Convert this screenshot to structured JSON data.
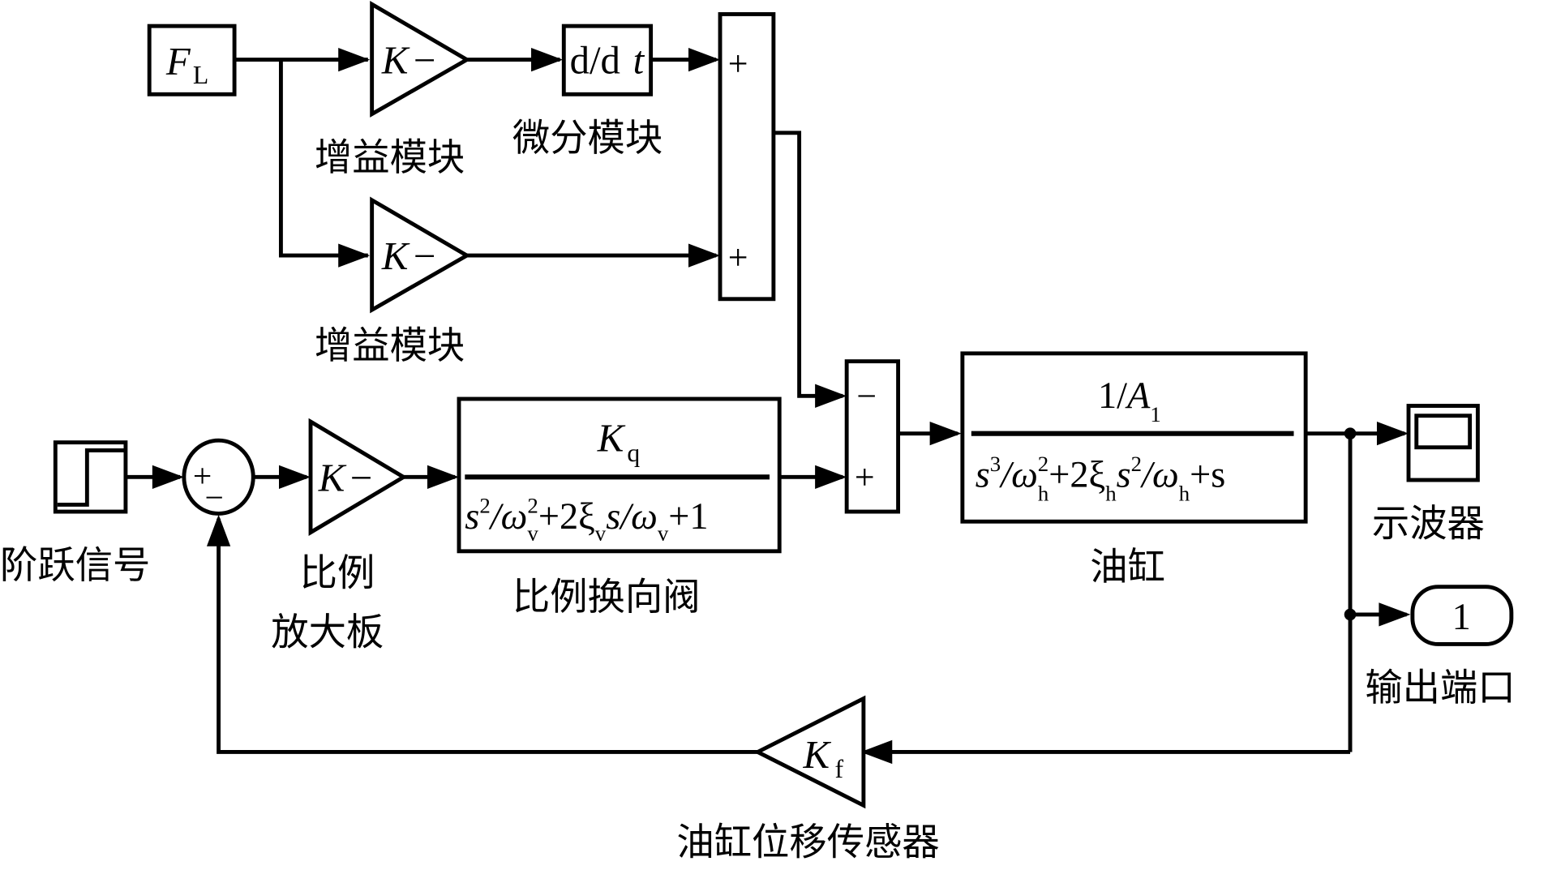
{
  "diagram": {
    "type": "simulink-block-diagram",
    "colors": {
      "stroke": "#000000",
      "background": "#ffffff"
    },
    "blocks": {
      "load_source": {
        "main": "F",
        "sub": "L"
      },
      "gain_top": {
        "symbol": "K",
        "suffix": "−",
        "label": "增益模块"
      },
      "derivative": {
        "text_a": "d/d",
        "text_b": "t",
        "label": "微分模块"
      },
      "gain_bottom": {
        "symbol": "K",
        "suffix": "−",
        "label": "增益模块"
      },
      "sum_top": {
        "signs": [
          "+",
          "+"
        ]
      },
      "step": {
        "label": "阶跃信号"
      },
      "sum_input": {
        "signs": [
          "+",
          "−"
        ]
      },
      "amplifier": {
        "symbol": "K",
        "suffix": "−",
        "label_line1": "比例",
        "label_line2": "放大板"
      },
      "valve": {
        "numerator_main": "K",
        "numerator_sub": "q",
        "denominator": [
          "s",
          "2",
          "/ω",
          "2",
          "v",
          "+2ξ",
          "v",
          "s/ω",
          "v",
          "+1"
        ],
        "label": "比例换向阀"
      },
      "sum_mid": {
        "signs": [
          "−",
          "+"
        ]
      },
      "cylinder": {
        "numerator_a": "1/",
        "numerator_b": "A",
        "numerator_sub": "1",
        "denominator": [
          "s",
          "3",
          "/ω",
          "2",
          "h",
          "+2ξ",
          "h",
          "s",
          "2",
          "/ω",
          "h",
          "+s"
        ],
        "label": "油缸"
      },
      "scope": {
        "label": "示波器"
      },
      "outport": {
        "value": "1",
        "label": "输出端口"
      },
      "sensor": {
        "main": "K",
        "sub": "f",
        "label": "油缸位移传感器"
      }
    }
  }
}
